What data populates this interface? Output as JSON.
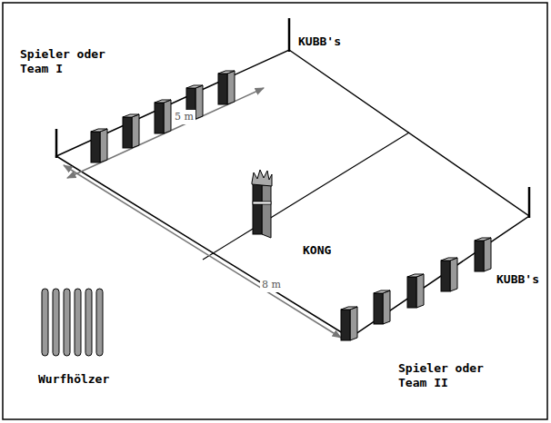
{
  "diagram": {
    "labels": [
      "Spieler oder Team I",
      "KUBB's",
      "5 m",
      "KONG",
      "8 m",
      "KUBB's",
      "Spieler oder Team II",
      "Wurfhölzer"
    ]
  }
}
